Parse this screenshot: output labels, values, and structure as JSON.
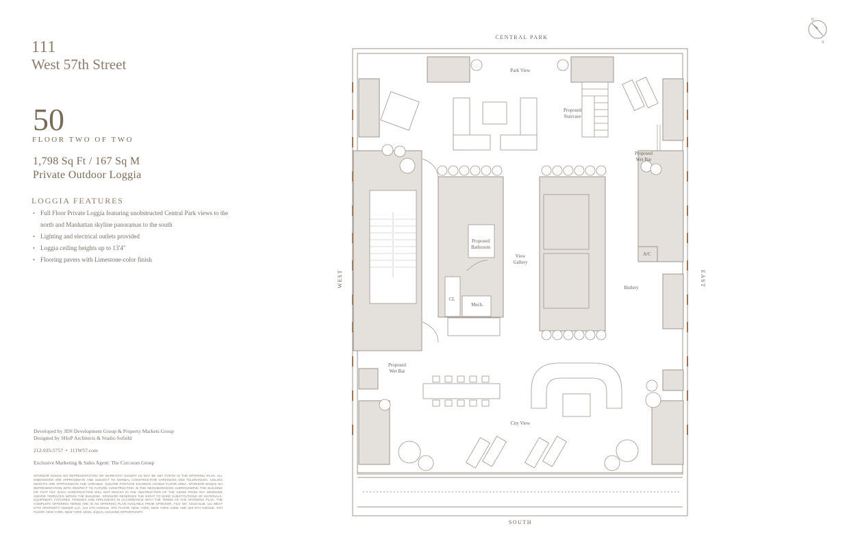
{
  "building": {
    "line1": "111",
    "line2": "West 57th Street"
  },
  "floor": {
    "number": "50",
    "label": "FLOOR TWO OF TWO"
  },
  "area": {
    "size": "1,798 Sq Ft / 167 Sq M",
    "type": "Private Outdoor Loggia"
  },
  "features": {
    "title": "LOGGIA FEATURES",
    "items": [
      "Full Floor Private Loggia featuring unobstructed Central Park views to the north and Manhattan skyline panoramas to the south",
      "Lighting and electrical outlets provided",
      "Loggia ceiling heights up to 13'4\"",
      "Flooring pavers with Limestone-color finish"
    ]
  },
  "credits": {
    "developer": "Developed by JDS Development Group & Property Markets Group",
    "designer": "Designed by SHoP Architects & Studio Sofield",
    "phone": "212-935-5757",
    "separator": "•",
    "website": "111W57.com",
    "agent": "Exclusive Marketing & Sales Agent: The Corcoran Group"
  },
  "disclaimer": "Sponsor makes no representation or warranty except as may be set forth in the offering plan. All dimensions are approximate and subject to normal construction variances and tolerances. Ceiling heights are approximate and variable. Square footage exceeds usable floor area. Sponsor makes no representation with respect to future construction in the neighborhood surrounding the building or that any such construction will not result in the obstruction of the views from any windows and/or terraces within the building. Sponsor reserves the right to make substitutions of materials, equipment, fixtures, finishes and appliances in accordance with the terms of the offering plan. The complete offering terms are in an offering plan available from sponsor. File No. CD15-0146. 111 West 57th Property Owner LLC, 104 5th Avenue, 9th Floor, New York, New York 10011 and 320 5th Avenue, 9th Floor, New York, New York 10001. Equal housing opportunity.",
  "plan": {
    "north": "CENTRAL PARK",
    "south": "SOUTH",
    "west": "WEST",
    "east": "EAST",
    "rooms": {
      "park_view": "Park View",
      "city_view": "City View",
      "view_gallery_1": "View",
      "view_gallery_2": "Gallery",
      "staircase_1": "Proposed",
      "staircase_2": "Staircase",
      "wetbar_east_1": "Proposed",
      "wetbar_east_2": "Wet Bar",
      "bathroom_1": "Proposed",
      "bathroom_2": "Bathroom",
      "closet": "CL",
      "mech": "Mech.",
      "ac": "A/C",
      "butlery": "Butlery",
      "wetbar_west_1": "Proposed",
      "wetbar_west_2": "Wet Bar"
    }
  },
  "compass": {
    "n": "N",
    "s": "S"
  },
  "colors": {
    "text": "#7a6a58",
    "line": "#9e958c",
    "fill": "#e4e0dc",
    "bronze": "#a0734f"
  }
}
